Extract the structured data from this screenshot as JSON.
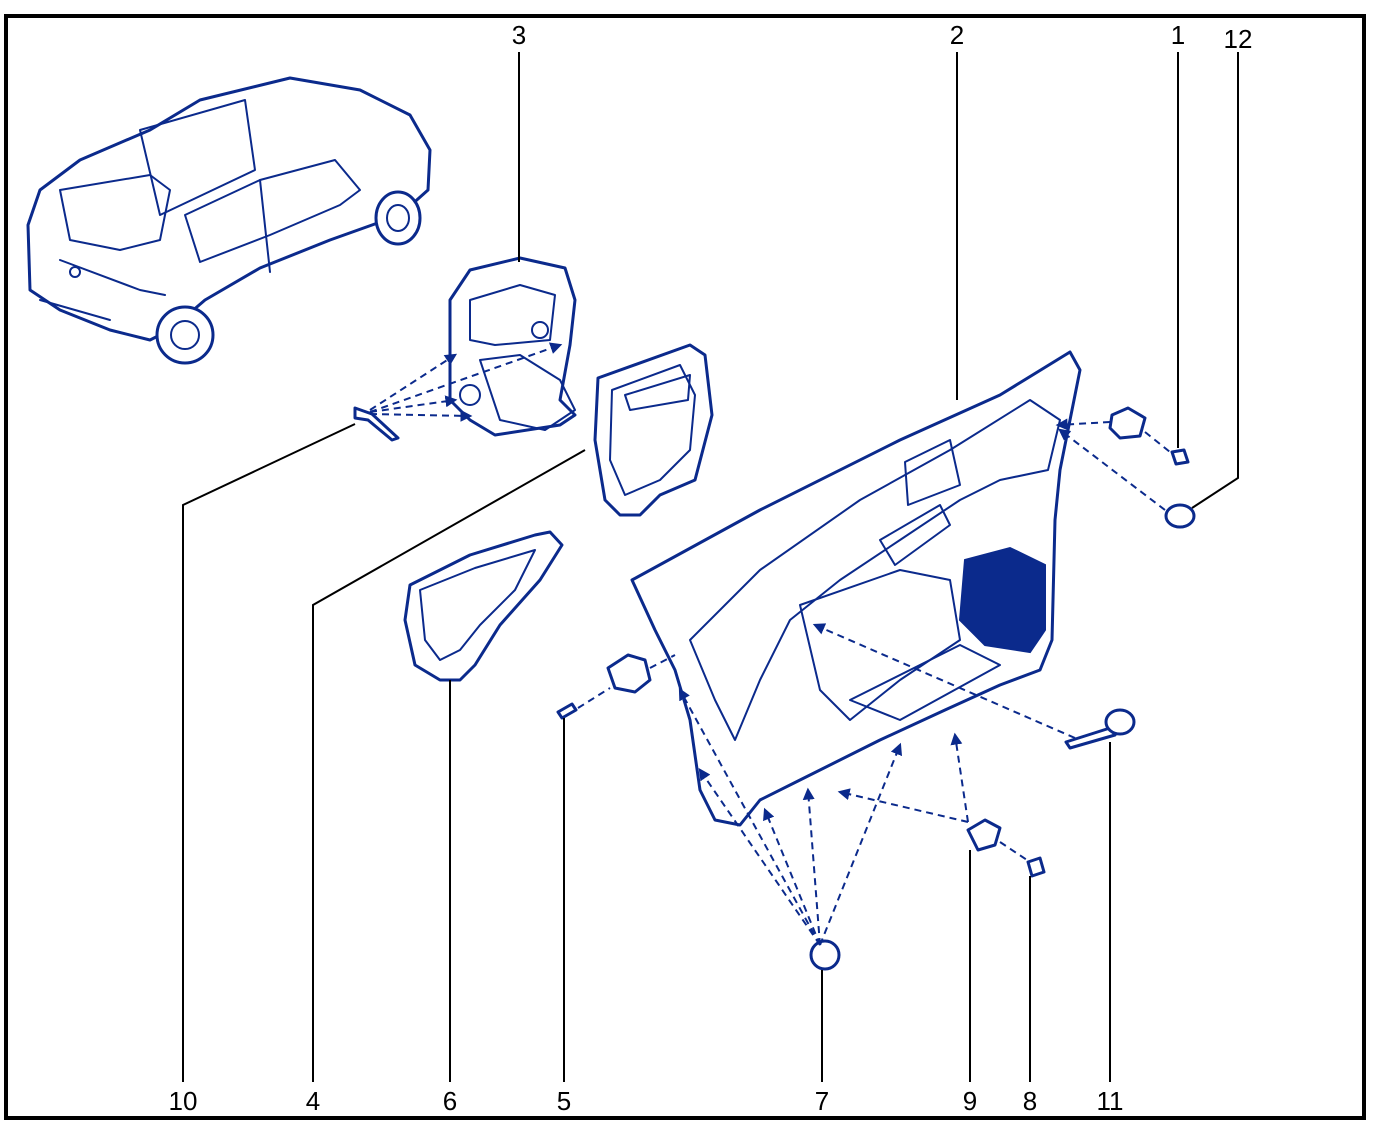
{
  "callouts": [
    {
      "id": "c1",
      "label": "1"
    },
    {
      "id": "c2",
      "label": "2"
    },
    {
      "id": "c3",
      "label": "3"
    },
    {
      "id": "c4",
      "label": "4"
    },
    {
      "id": "c5",
      "label": "5"
    },
    {
      "id": "c6",
      "label": "6"
    },
    {
      "id": "c7",
      "label": "7"
    },
    {
      "id": "c8",
      "label": "8"
    },
    {
      "id": "c9",
      "label": "9"
    },
    {
      "id": "c10",
      "label": "10"
    },
    {
      "id": "c11",
      "label": "11"
    },
    {
      "id": "c12",
      "label": "12"
    }
  ],
  "colors": {
    "line_art": "#0b2a8c",
    "leader": "#000000",
    "background": "#ffffff"
  }
}
